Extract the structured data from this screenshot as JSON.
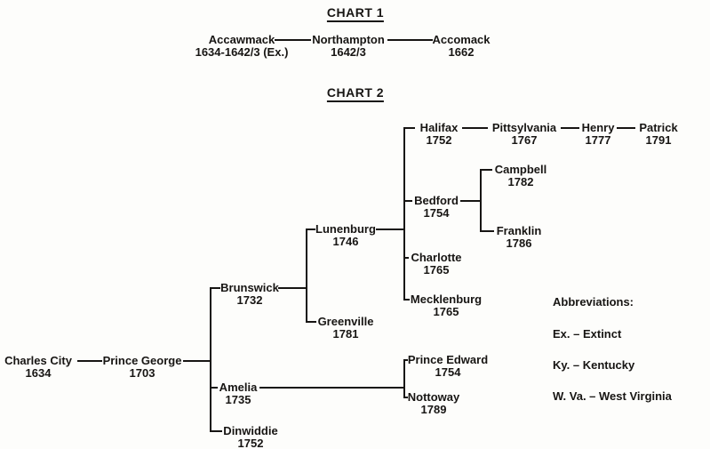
{
  "colors": {
    "background": "#fdfdfb",
    "ink": "#171513"
  },
  "chart1": {
    "title": "CHART 1",
    "nodes": [
      {
        "name": "Accawmack",
        "date": "1634-1642/3 (Ex.)"
      },
      {
        "name": "Northampton",
        "date": "1642/3"
      },
      {
        "name": "Accomack",
        "date": "1662"
      }
    ],
    "edges": [
      [
        "Accawmack",
        "Northampton"
      ],
      [
        "Northampton",
        "Accomack"
      ]
    ]
  },
  "chart2": {
    "title": "CHART 2",
    "nodes": [
      {
        "name": "Charles City",
        "date": "1634"
      },
      {
        "name": "Prince George",
        "date": "1703"
      },
      {
        "name": "Brunswick",
        "date": "1732"
      },
      {
        "name": "Lunenburg",
        "date": "1746"
      },
      {
        "name": "Greenville",
        "date": "1781"
      },
      {
        "name": "Halifax",
        "date": "1752"
      },
      {
        "name": "Pittsylvania",
        "date": "1767"
      },
      {
        "name": "Henry",
        "date": "1777"
      },
      {
        "name": "Patrick",
        "date": "1791"
      },
      {
        "name": "Bedford",
        "date": "1754"
      },
      {
        "name": "Campbell",
        "date": "1782"
      },
      {
        "name": "Franklin",
        "date": "1786"
      },
      {
        "name": "Charlotte",
        "date": "1765"
      },
      {
        "name": "Mecklenburg",
        "date": "1765"
      },
      {
        "name": "Amelia",
        "date": "1735"
      },
      {
        "name": "Prince Edward",
        "date": "1754"
      },
      {
        "name": "Nottoway",
        "date": "1789"
      },
      {
        "name": "Dinwiddie",
        "date": "1752"
      }
    ],
    "edges": [
      [
        "Charles City",
        "Prince George"
      ],
      [
        "Prince George",
        "Brunswick"
      ],
      [
        "Prince George",
        "Amelia"
      ],
      [
        "Prince George",
        "Dinwiddie"
      ],
      [
        "Brunswick",
        "Lunenburg"
      ],
      [
        "Brunswick",
        "Greenville"
      ],
      [
        "Lunenburg",
        "Halifax"
      ],
      [
        "Lunenburg",
        "Bedford"
      ],
      [
        "Lunenburg",
        "Charlotte"
      ],
      [
        "Lunenburg",
        "Mecklenburg"
      ],
      [
        "Halifax",
        "Pittsylvania"
      ],
      [
        "Pittsylvania",
        "Henry"
      ],
      [
        "Henry",
        "Patrick"
      ],
      [
        "Bedford",
        "Campbell"
      ],
      [
        "Bedford",
        "Franklin"
      ],
      [
        "Amelia",
        "Prince Edward"
      ],
      [
        "Amelia",
        "Nottoway"
      ]
    ]
  },
  "abbreviations": {
    "title": "Abbreviations:",
    "items": [
      {
        "label": "Ex. – Extinct"
      },
      {
        "label": "Ky. – Kentucky"
      },
      {
        "label": "W. Va. – West Virginia"
      }
    ]
  }
}
